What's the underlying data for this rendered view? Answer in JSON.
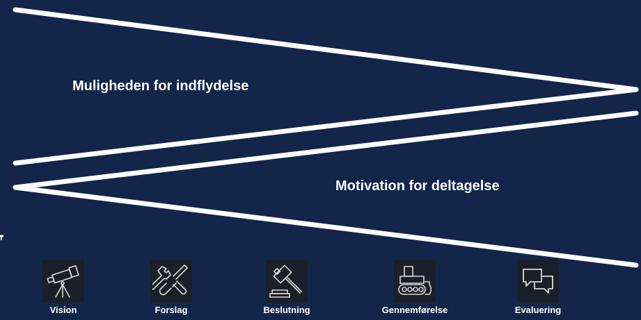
{
  "diagram": {
    "influence_label": "Muligheden for indflydelse",
    "motivation_label": "Motivation for deltagelse"
  },
  "stages": [
    {
      "label": "Vision",
      "icon": "telescope-icon"
    },
    {
      "label": "Forslag",
      "icon": "tools-icon"
    },
    {
      "label": "Beslutning",
      "icon": "gavel-icon"
    },
    {
      "label": "Gennemførelse",
      "icon": "bulldozer-icon"
    },
    {
      "label": "Evaluering",
      "icon": "speech-bubbles-icon"
    }
  ],
  "colors": {
    "background": "#13264a",
    "lines": "#ffffff",
    "text": "#ffffff",
    "icon_box": "#1b1f29",
    "icon_stroke": "#d9d9d9"
  }
}
